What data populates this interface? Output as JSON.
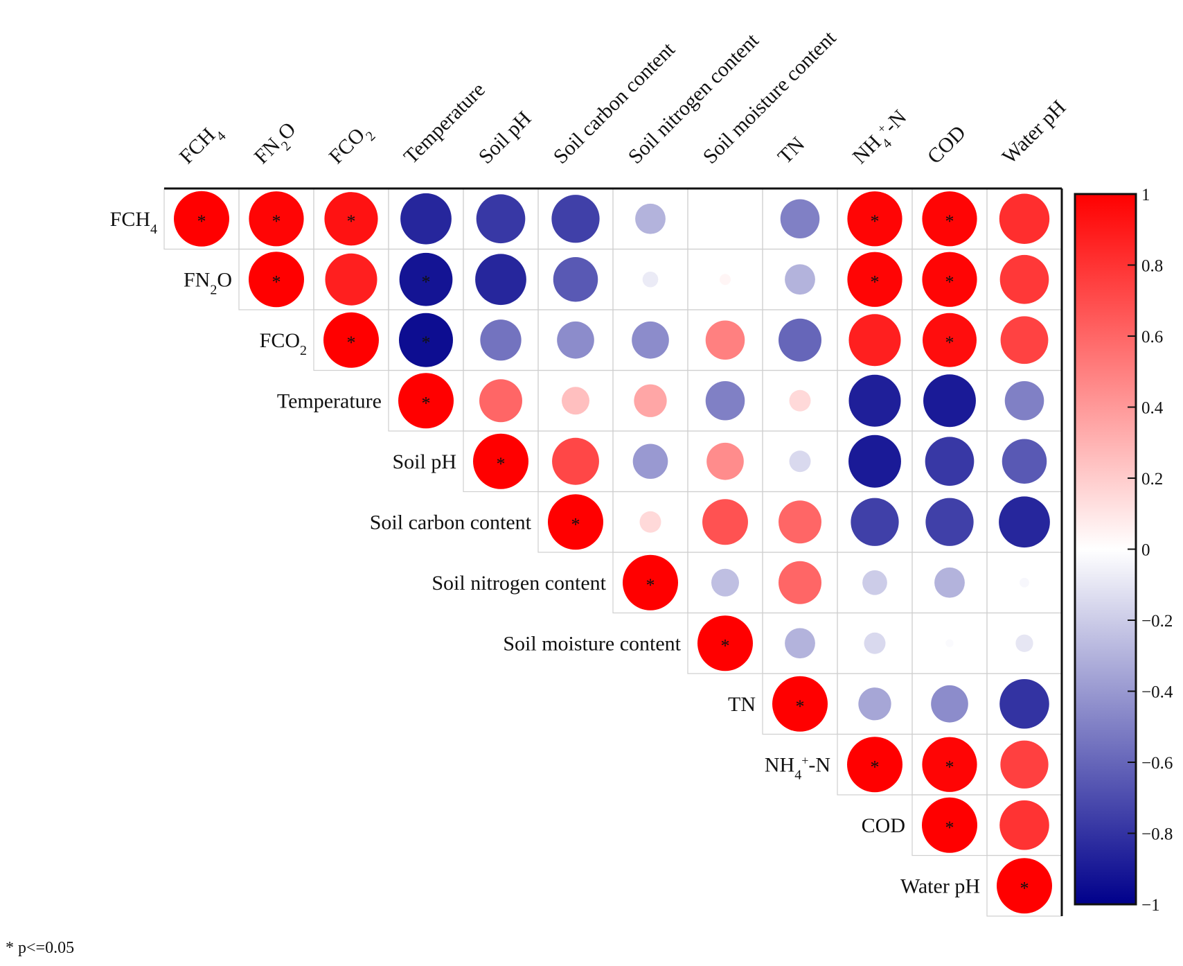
{
  "chart_data": {
    "type": "heatmap",
    "style": "correlation-circles-upper-triangle",
    "variables": [
      {
        "base": "FCH",
        "sub": "4",
        "sup": "",
        "tail": ""
      },
      {
        "base": "FN",
        "sub": "2",
        "sup": "",
        "tail": "O"
      },
      {
        "base": "FCO",
        "sub": "2",
        "sup": "",
        "tail": ""
      },
      {
        "base": "Temperature",
        "sub": "",
        "sup": "",
        "tail": ""
      },
      {
        "base": "Soil pH",
        "sub": "",
        "sup": "",
        "tail": ""
      },
      {
        "base": "Soil carbon content",
        "sub": "",
        "sup": "",
        "tail": ""
      },
      {
        "base": "Soil nitrogen content",
        "sub": "",
        "sup": "",
        "tail": ""
      },
      {
        "base": "Soil moisture content",
        "sub": "",
        "sup": "",
        "tail": ""
      },
      {
        "base": "TN",
        "sub": "",
        "sup": "",
        "tail": ""
      },
      {
        "base": "NH",
        "sub": "4",
        "sup": "+",
        "tail": "-N"
      },
      {
        "base": "COD",
        "sub": "",
        "sup": "",
        "tail": ""
      },
      {
        "base": "Water pH",
        "sub": "",
        "sup": "",
        "tail": ""
      }
    ],
    "matrix": [
      [
        1,
        0.98,
        0.93,
        -0.85,
        -0.78,
        -0.75,
        -0.3,
        0.0,
        -0.5,
        0.98,
        0.98,
        0.82
      ],
      [
        null,
        1,
        0.88,
        -0.92,
        -0.85,
        -0.65,
        -0.08,
        0.04,
        -0.3,
        0.98,
        0.98,
        0.78
      ],
      [
        null,
        null,
        1,
        -0.95,
        -0.55,
        -0.45,
        -0.45,
        0.5,
        -0.6,
        0.88,
        0.95,
        0.74
      ],
      [
        null,
        null,
        null,
        1,
        0.6,
        0.25,
        0.35,
        -0.5,
        0.15,
        -0.88,
        -0.9,
        -0.5
      ],
      [
        null,
        null,
        null,
        null,
        1,
        0.72,
        -0.4,
        0.45,
        -0.15,
        -0.9,
        -0.78,
        -0.65
      ],
      [
        null,
        null,
        null,
        null,
        null,
        1,
        0.15,
        0.68,
        0.6,
        -0.75,
        -0.75,
        -0.85
      ],
      [
        null,
        null,
        null,
        null,
        null,
        null,
        1,
        -0.25,
        0.6,
        -0.2,
        -0.3,
        -0.03
      ],
      [
        null,
        null,
        null,
        null,
        null,
        null,
        null,
        1,
        -0.3,
        -0.15,
        -0.02,
        -0.1
      ],
      [
        null,
        null,
        null,
        null,
        null,
        null,
        null,
        null,
        1,
        -0.35,
        -0.45,
        -0.8
      ],
      [
        null,
        null,
        null,
        null,
        null,
        null,
        null,
        null,
        null,
        1,
        0.98,
        0.75
      ],
      [
        null,
        null,
        null,
        null,
        null,
        null,
        null,
        null,
        null,
        null,
        1,
        0.8
      ],
      [
        null,
        null,
        null,
        null,
        null,
        null,
        null,
        null,
        null,
        null,
        null,
        1
      ]
    ],
    "significant": [
      [
        true,
        true,
        true,
        false,
        false,
        false,
        false,
        false,
        false,
        true,
        true,
        false
      ],
      [
        false,
        true,
        false,
        true,
        false,
        false,
        false,
        false,
        false,
        true,
        true,
        false
      ],
      [
        false,
        false,
        true,
        true,
        false,
        false,
        false,
        false,
        false,
        false,
        true,
        false
      ],
      [
        false,
        false,
        false,
        true,
        false,
        false,
        false,
        false,
        false,
        false,
        false,
        false
      ],
      [
        false,
        false,
        false,
        false,
        true,
        false,
        false,
        false,
        false,
        false,
        false,
        false
      ],
      [
        false,
        false,
        false,
        false,
        false,
        true,
        false,
        false,
        false,
        false,
        false,
        false
      ],
      [
        false,
        false,
        false,
        false,
        false,
        false,
        true,
        false,
        false,
        false,
        false,
        false
      ],
      [
        false,
        false,
        false,
        false,
        false,
        false,
        false,
        true,
        false,
        false,
        false,
        false
      ],
      [
        false,
        false,
        false,
        false,
        false,
        false,
        false,
        false,
        true,
        false,
        false,
        false
      ],
      [
        false,
        false,
        false,
        false,
        false,
        false,
        false,
        false,
        false,
        true,
        true,
        false
      ],
      [
        false,
        false,
        false,
        false,
        false,
        false,
        false,
        false,
        false,
        false,
        true,
        false
      ],
      [
        false,
        false,
        false,
        false,
        false,
        false,
        false,
        false,
        false,
        false,
        false,
        true
      ]
    ],
    "significance_mark": "*",
    "colorbar": {
      "range": [
        -1,
        1
      ],
      "ticks": [
        "1",
        "0.8",
        "0.6",
        "0.4",
        "0.2",
        "0",
        "−0.2",
        "−0.4",
        "−0.6",
        "−0.8",
        "−1"
      ],
      "tick_values": [
        1,
        0.8,
        0.6,
        0.4,
        0.2,
        0,
        -0.2,
        -0.4,
        -0.6,
        -0.8,
        -1
      ],
      "colors": {
        "positive": "#ff0000",
        "zero": "#ffffff",
        "negative": "#00008b"
      }
    },
    "footnote": "* p<=0.05"
  }
}
